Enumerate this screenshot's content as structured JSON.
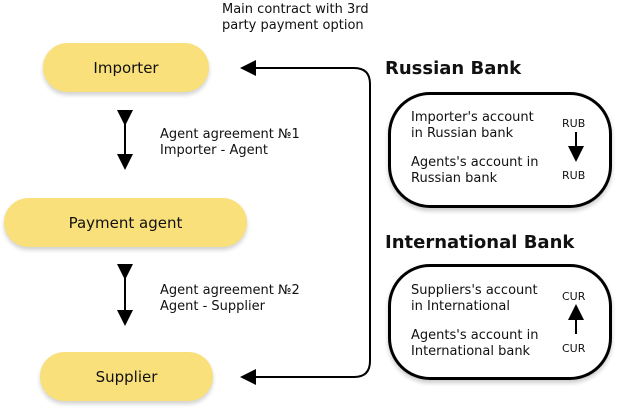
{
  "main_contract": {
    "line1": "Main contract with 3rd",
    "line2": "party payment option"
  },
  "nodes": {
    "importer": "Importer",
    "payment_agent": "Payment agent",
    "supplier": "Supplier"
  },
  "agreement1": {
    "line1": "Agent agreement №1",
    "line2": "Importer - Agent"
  },
  "agreement2": {
    "line1": "Agent agreement №2",
    "line2": "Agent - Supplier"
  },
  "russian_bank": {
    "title": "Russian Bank",
    "acc1": [
      "Importer's account",
      "in Russian bank"
    ],
    "acc2": [
      "Agents's account in",
      "Russian bank"
    ],
    "cur_from": "RUB",
    "cur_to": "RUB"
  },
  "international_bank": {
    "title": "International Bank",
    "acc1": [
      "Suppliers's account",
      "in International"
    ],
    "acc2": [
      "Agents's account in",
      "International bank"
    ],
    "cur_top": "CUR",
    "cur_bottom": "CUR"
  },
  "colors": {
    "pill": "#f9e07a"
  }
}
